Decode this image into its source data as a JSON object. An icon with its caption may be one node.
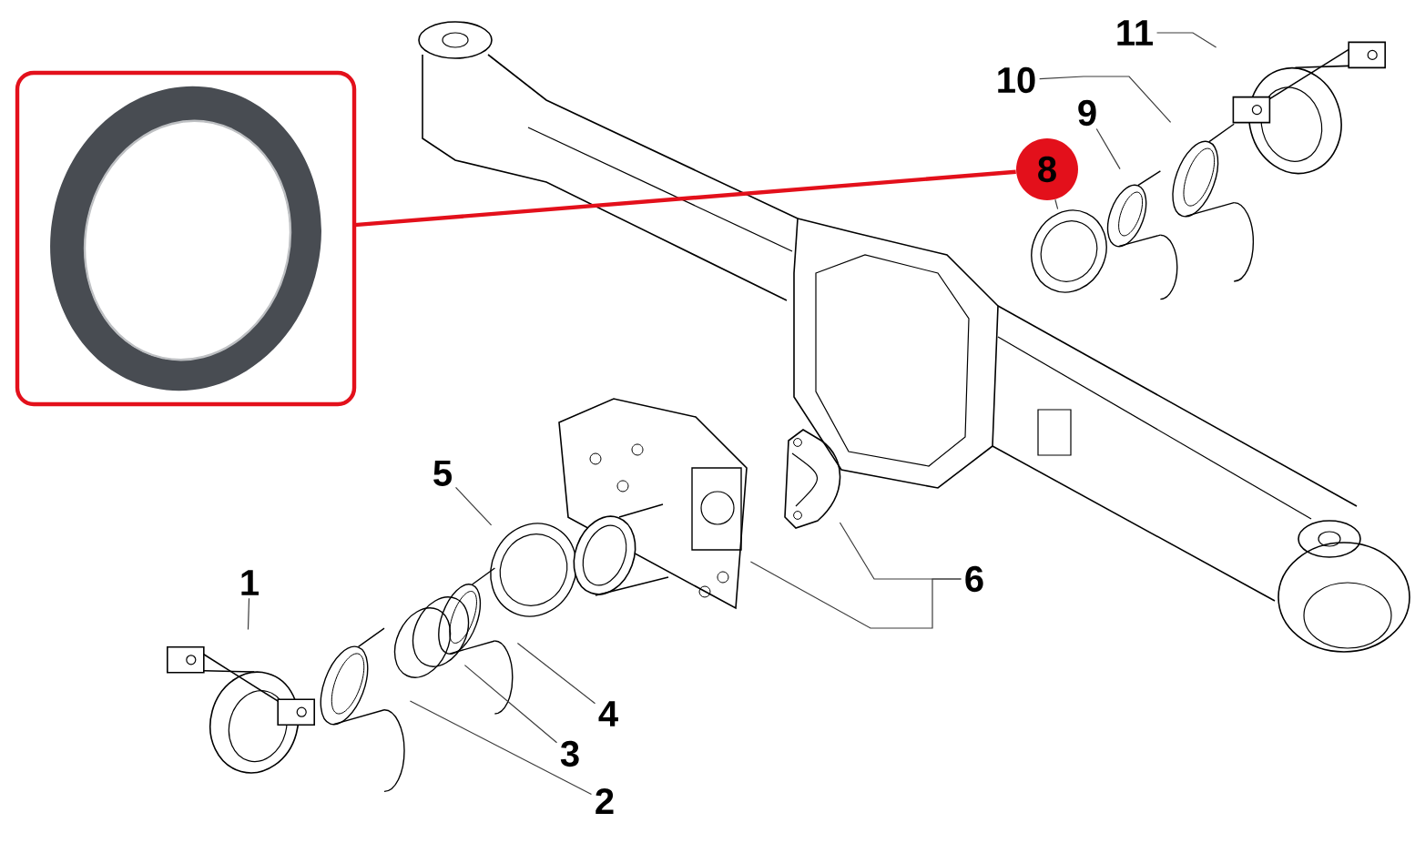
{
  "diagram": {
    "nodes": [
      {
        "text": [
          "1"
        ]
      },
      {
        "text": [],
        "shape": "picture"
      },
      {
        "text": [
          "2"
        ]
      },
      {
        "text": [],
        "shape": "picture"
      },
      {
        "text": [
          "3"
        ]
      },
      {
        "text": [],
        "shape": "picture"
      },
      {
        "text": [
          "4"
        ]
      },
      {
        "text": [],
        "shape": "picture"
      },
      {
        "text": [
          "5"
        ]
      },
      {
        "text": [],
        "shape": "picture"
      },
      {
        "text": [
          "6"
        ]
      },
      {
        "text": [],
        "shape": "picture"
      },
      {
        "text": [],
        "shape": "picture"
      },
      {
        "text": [
          "8"
        ]
      },
      {
        "text": [],
        "shape": "picture"
      },
      {
        "text": [],
        "shape": "picture"
      },
      {
        "text": [
          "9"
        ]
      },
      {
        "text": [],
        "shape": "picture"
      },
      {
        "text": [
          "10"
        ]
      },
      {
        "text": [],
        "shape": "picture"
      },
      {
        "text": [
          "11"
        ]
      },
      {
        "text": [],
        "shape": "picture"
      }
    ],
    "edges": [
      {
        "from": 0,
        "to": 1,
        "arrow": "none"
      },
      {
        "from": 2,
        "to": 3,
        "arrow": "none"
      },
      {
        "from": 4,
        "to": 5,
        "arrow": "none"
      },
      {
        "from": 6,
        "to": 7,
        "arrow": "none"
      },
      {
        "from": 8,
        "to": 9,
        "arrow": "none"
      },
      {
        "from": 10,
        "to": 11,
        "arrow": "none"
      },
      {
        "from": 10,
        "to": 12,
        "arrow": "none"
      },
      {
        "from": 13,
        "to": 14,
        "arrow": "none"
      },
      {
        "from": 13,
        "to": 15,
        "arrow": "none",
        "style": "thick",
        "color": "#e3101b"
      },
      {
        "from": 16,
        "to": 17,
        "arrow": "none"
      },
      {
        "from": 18,
        "to": 19,
        "arrow": "none"
      },
      {
        "from": 20,
        "to": 21,
        "arrow": "none"
      }
    ]
  }
}
